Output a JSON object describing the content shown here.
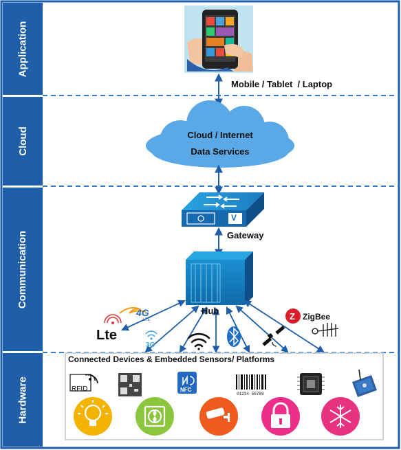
{
  "layers": [
    {
      "label": "Application"
    },
    {
      "label": "Cloud"
    },
    {
      "label": "Communication"
    },
    {
      "label": "Hardware"
    }
  ],
  "application": {
    "devices_caption": "Mobile / Tablet  / Laptop"
  },
  "cloud": {
    "line1": "Cloud / Internet",
    "line2": "Data Services"
  },
  "communication": {
    "gateway_label": "Gateway",
    "gateway_badge": "V",
    "hub_label": "Hub",
    "lte_label": "Lte",
    "fourg_label": "4G",
    "lte_small": "LTE",
    "threeg_label": "3G",
    "zigbee_label": "ZigBee",
    "zigbee_z": "Z"
  },
  "hardware": {
    "title": "Connected Devices & Embedded Sensors/ Platforms",
    "rfid_label": "RFID",
    "nfc_label": "NFC",
    "barcode_digits": "01234 56789"
  },
  "colors": {
    "sidebar": "#1f5ea8",
    "border": "#1f5ea8",
    "dashed": "#2f7ec7",
    "cloud": "#5aa9e6",
    "arrow": "#1f5ea8",
    "bulb": "#f3b300",
    "fan": "#8cc63e",
    "camera": "#ef5a1f",
    "lock": "#ec2f8b",
    "snow": "#e8317f"
  }
}
